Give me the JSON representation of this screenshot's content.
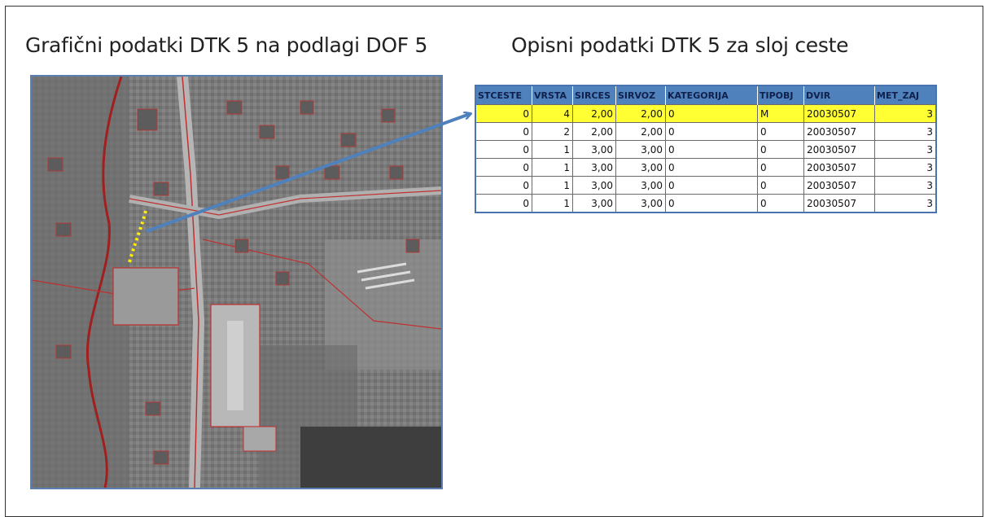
{
  "titles": {
    "left": "Grafični podatki DTK 5 na podlagi DOF 5",
    "right": "Opisni podatki DTK 5 za sloj ceste"
  },
  "photo": {
    "label": "aerial-orthophoto-with-road-layer"
  },
  "table": {
    "columns": [
      "STCESTE",
      "VRSTA",
      "SIRCES",
      "SIRVOZ",
      "KATEGORIJA",
      "TIPOBJ",
      "DVIR",
      "MET_ZAJ"
    ],
    "rows": [
      [
        "0",
        "4",
        "2,00",
        "2,00",
        "0",
        "M",
        "20030507",
        "3"
      ],
      [
        "0",
        "2",
        "2,00",
        "2,00",
        "0",
        "0",
        "20030507",
        "3"
      ],
      [
        "0",
        "1",
        "3,00",
        "3,00",
        "0",
        "0",
        "20030507",
        "3"
      ],
      [
        "0",
        "1",
        "3,00",
        "3,00",
        "0",
        "0",
        "20030507",
        "3"
      ],
      [
        "0",
        "1",
        "3,00",
        "3,00",
        "0",
        "0",
        "20030507",
        "3"
      ],
      [
        "0",
        "1",
        "3,00",
        "3,00",
        "0",
        "0",
        "20030507",
        "3"
      ]
    ],
    "highlighted_row": 0,
    "highlight_color": "#ffff33",
    "header_color": "#4f81bd"
  },
  "arrow_color": "#4f81bd"
}
